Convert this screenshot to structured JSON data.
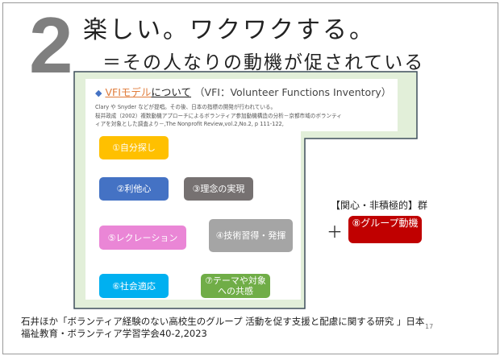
{
  "slide": {
    "number": "2",
    "title": "楽しい。ワクワクする。",
    "subtitle": "＝その人なりの動機が促されている",
    "reference": {
      "bullet_icon": "diamond-icon",
      "vfi_label": "VFIモデル",
      "about_label": "について",
      "full_name": "（VFI：Volunteer Functions Inventory）",
      "line1": "Clary や Snyder などが提唱。その後、日本の指標の開発が行われている。",
      "line2": "桜井政成（2002）複数動機アプローチによるボランティア参加動機構造の分析－京都市域のボランティ",
      "line3": "ィアを対象とした調査より－,The Nonprofit Review,vol.2,No.2, p 111-122,"
    },
    "motives": [
      {
        "label": "①自分探し",
        "color": "#ffc000"
      },
      {
        "label": "②利他心",
        "color": "#4472c4"
      },
      {
        "label": "③理念の実現",
        "color": "#767171"
      },
      {
        "label": "④技術習得・発揮",
        "color": "#a5a5a5"
      },
      {
        "label": "⑤レクレーション",
        "color": "#ea86d6"
      },
      {
        "label": "⑥社会適応",
        "color": "#00b0f0"
      },
      {
        "label": "⑦テーマや対象への共感",
        "color": "#70ad47"
      }
    ],
    "group_label": "【関心・非積極的】群",
    "plus": "＋",
    "group_motive": {
      "label": "⑧グループ動機",
      "color": "#c00000"
    },
    "citation_line1": "石井ほか「ボランティア経験のない高校生のグループ 活動を促す支援と配慮に関する研究 」日本",
    "citation_line2": "福祉教育・ボランティア学習学会40-2,2023",
    "page_number": "17"
  }
}
